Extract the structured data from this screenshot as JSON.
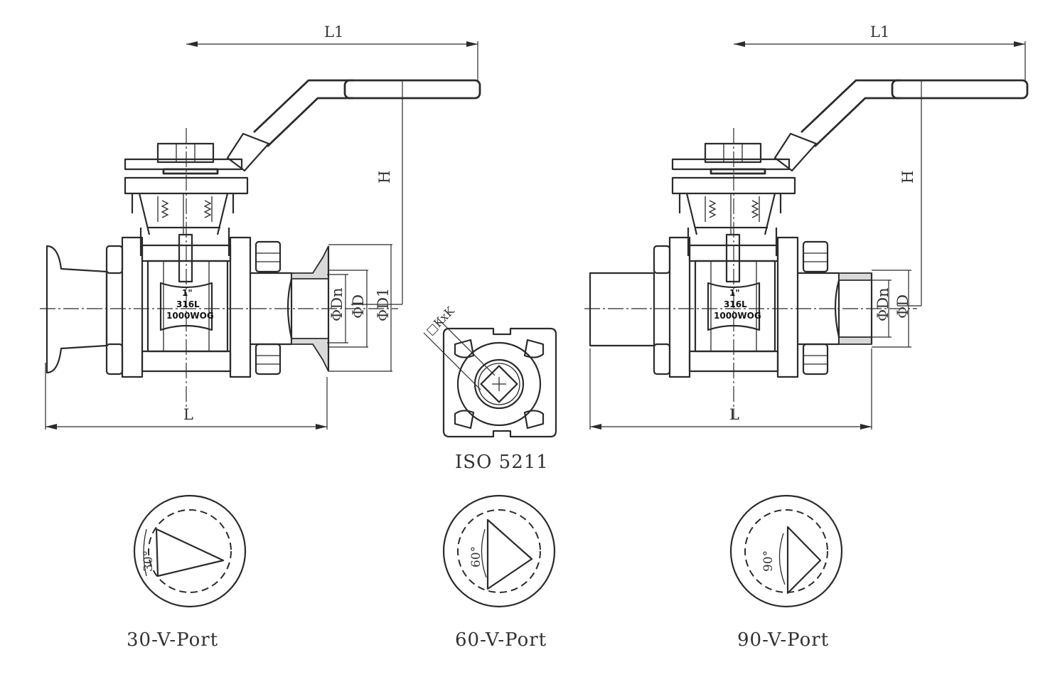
{
  "dimension_labels": {
    "handle_length": "L1",
    "height": "H",
    "length": "L",
    "bore": "ΦDn",
    "diameter": "ΦD",
    "flange_diameter": "ΦD1",
    "stem_square": "□KxK"
  },
  "body_marking": {
    "size": "1\"",
    "material": "316L",
    "pressure": "1000WOG"
  },
  "views": {
    "mounting_pad": "ISO 5211",
    "ports": [
      {
        "angle": "30°",
        "caption": "30-V-Port"
      },
      {
        "angle": "60°",
        "caption": "60-V-Port"
      },
      {
        "angle": "90°",
        "caption": "90-V-Port"
      }
    ]
  },
  "colors": {
    "line": "#2b2b2b",
    "hatch": "#d9d9d9",
    "background": "#ffffff"
  }
}
